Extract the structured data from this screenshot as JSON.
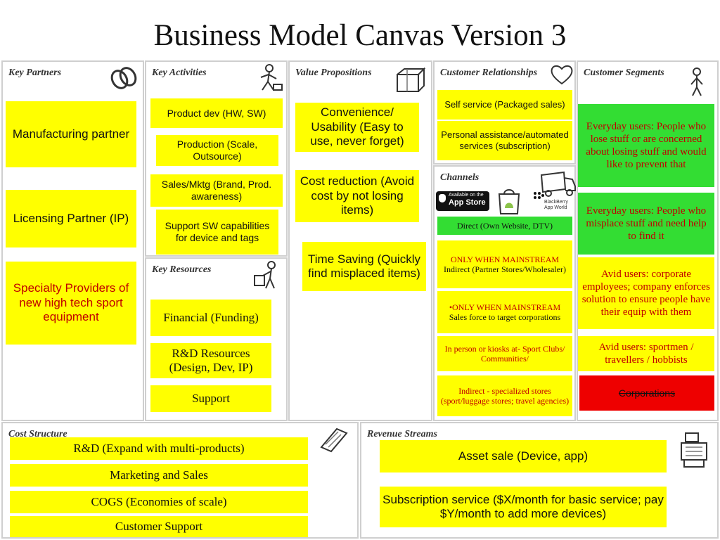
{
  "title": "Business Model Canvas Version 3",
  "sections": {
    "key_partners": "Key Partners",
    "key_activities": "Key Activities",
    "key_resources": "Key Resources",
    "value_propositions": "Value Propositions",
    "customer_relationships": "Customer Relationships",
    "channels": "Channels",
    "customer_segments": "Customer Segments",
    "cost_structure": "Cost Structure",
    "revenue_streams": "Revenue Streams"
  },
  "key_partners": [
    "Manufacturing partner",
    "Licensing Partner (IP)",
    "Specialty Providers of new high tech sport equipment"
  ],
  "key_activities": [
    "Product dev (HW, SW)",
    "Production (Scale, Outsource)",
    "Sales/Mktg (Brand, Prod. awareness)",
    "Support SW capabilities for device and tags"
  ],
  "key_resources": [
    "Financial (Funding)",
    "R&D Resources (Design, Dev, IP)",
    "Support"
  ],
  "value_propositions": [
    "Convenience/ Usability (Easy to use, never forget)",
    "Cost reduction (Avoid cost by not losing items)",
    "Time Saving (Quickly find misplaced items)"
  ],
  "customer_relationships": [
    "Self service (Packaged sales)",
    "Personal assistance/automated services (subscription)"
  ],
  "channels_badges": {
    "appstore_small": "Available on the",
    "appstore_big": "App Store",
    "blackberry": "BlackBerry App World"
  },
  "channels": {
    "direct": "Direct (Own Website, DTV)",
    "indirect_partners": {
      "emph": "ONLY WHEN MAINSTREAM",
      "rest": " Indirect (Partner Stores/Wholesaler)"
    },
    "sales_force": {
      "emph": "•ONLY WHEN MAINSTREAM",
      "rest": " Sales force to target corporations"
    },
    "in_person": "In person or kiosks at- Sport Clubs/ Communities/",
    "specialized": "Indirect - specialized stores (sport/luggage stores; travel agencies)"
  },
  "customer_segments": [
    "Everyday users: People who lose stuff or are concerned about losing stuff and would like to prevent that",
    "Everyday users: People who misplace stuff and need help to find it",
    "Avid users: corporate employees; company enforces solution to ensure people have their equip with them",
    "Avid users: sportmen / travellers / hobbists",
    "Corporations"
  ],
  "cost_structure": [
    "R&D (Expand with multi-products)",
    "Marketing and Sales",
    "COGS (Economies of scale)",
    "Customer Support"
  ],
  "revenue_streams": [
    "Asset sale (Device, app)",
    "Subscription service  ($X/month for basic service; pay $Y/month to add more devices)"
  ],
  "colors": {
    "sticky": "#ffff00",
    "green_sticky": "#33dd33",
    "red_sticky": "#ee0000",
    "emphasis_text": "#c00000"
  }
}
